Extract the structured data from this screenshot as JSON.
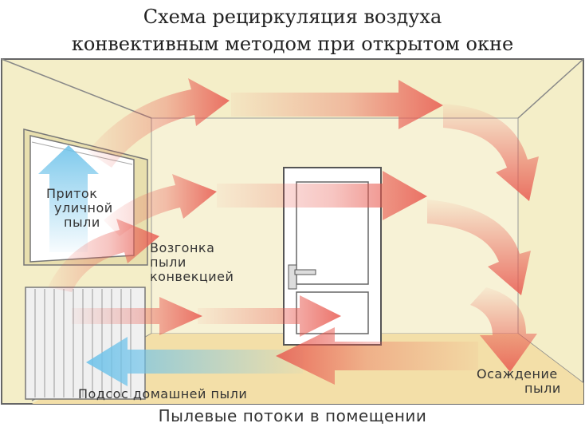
{
  "title": {
    "line1": "Схема рециркуляция воздуха",
    "line2": "конвективным методом при открытом окне"
  },
  "labels": {
    "inflow_line1": "Приток",
    "inflow_line2": "уличной",
    "inflow_line3": "пыли",
    "sublimation_line1": "Возгонка",
    "sublimation_line2": "пыли",
    "sublimation_line3": "конвекцией",
    "settling_line1": "Осаждение",
    "settling_line2": "пыли",
    "suction": "Подсос домашней пыли"
  },
  "caption": "Пылевые потоки в помещении",
  "colors": {
    "wall": "#f4eec8",
    "floor": "#f3dfa8",
    "arrow_red": "#e85a50",
    "arrow_blue": "#6fc3ea",
    "door": "#ffffff",
    "outline": "#555555"
  }
}
